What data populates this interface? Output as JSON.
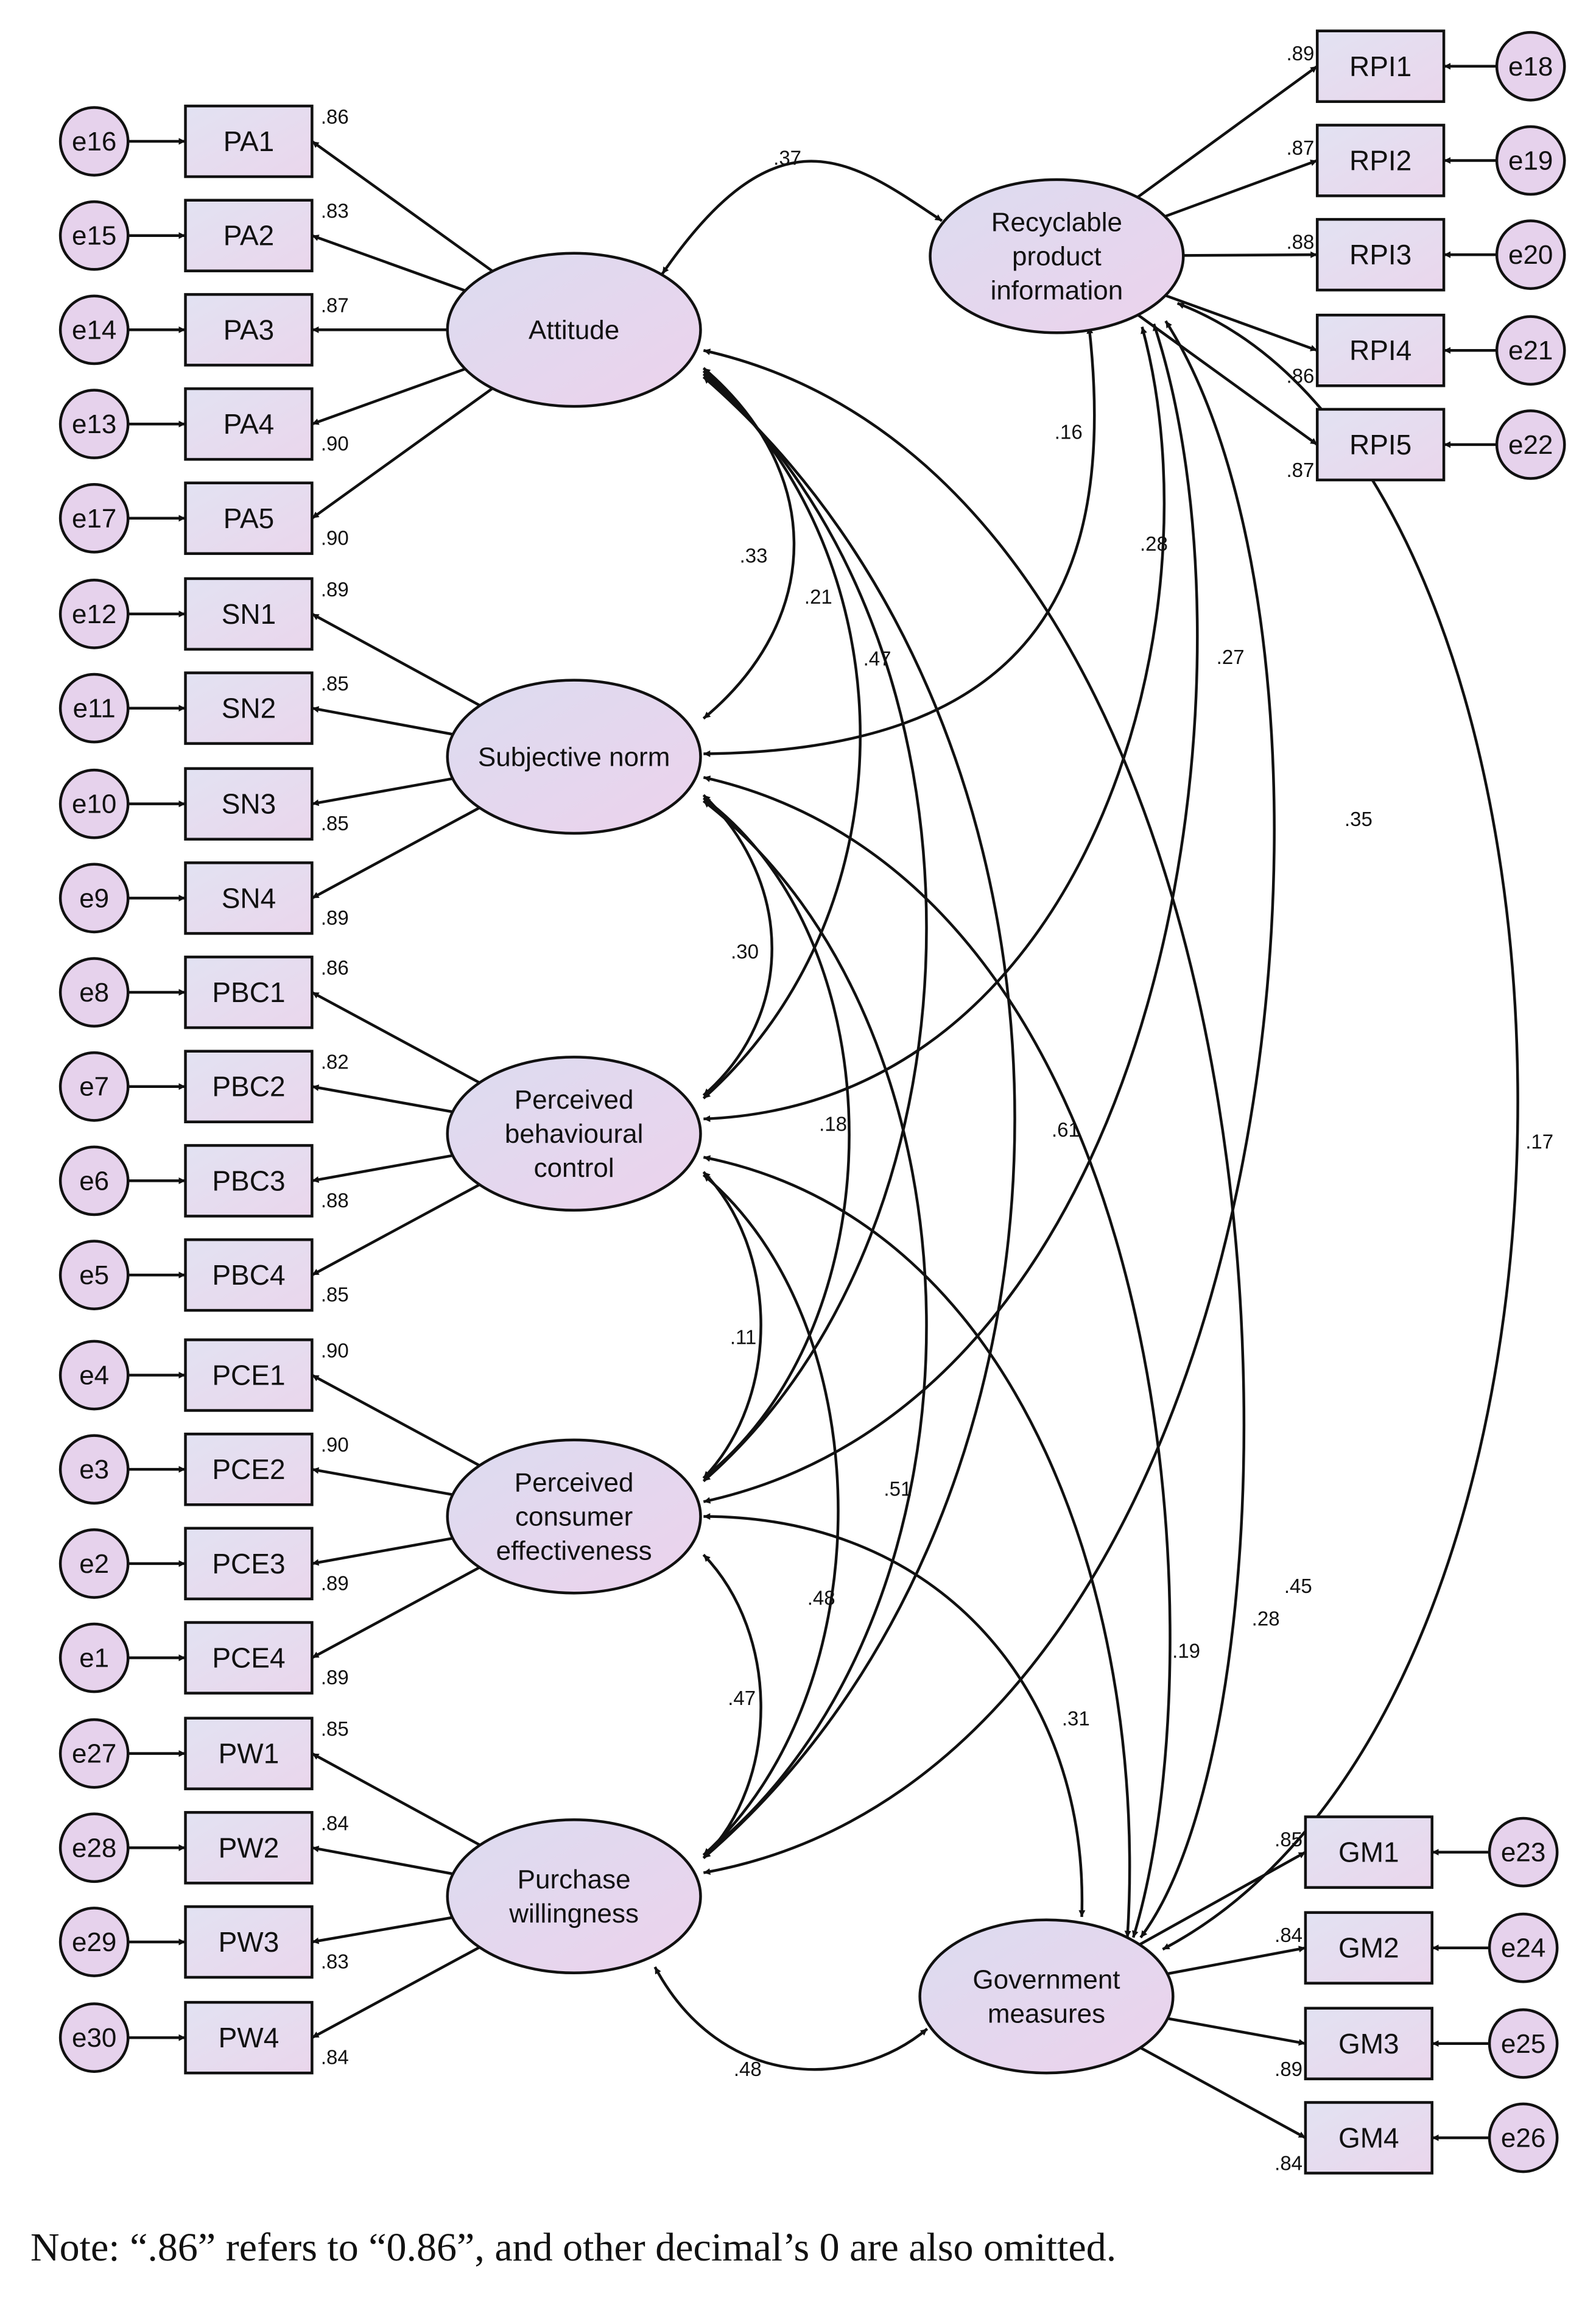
{
  "note": "Note: “.86” refers to “0.86”, and other decimal’s 0 are also omitted.",
  "colors": {
    "box_fill_start": "#e2e2f2",
    "box_fill_end": "#ead6ec",
    "latent_fill_start": "#dcdcf0",
    "latent_fill_end": "#ecd2ec",
    "error_fill": "#e6d2ec",
    "stroke": "#111111"
  },
  "latents": [
    {
      "id": "ATT",
      "lines": [
        "Attitude"
      ]
    },
    {
      "id": "SN",
      "lines": [
        "Subjective norm"
      ]
    },
    {
      "id": "PBC",
      "lines": [
        "Perceived",
        "behavioural",
        "control"
      ]
    },
    {
      "id": "PCE",
      "lines": [
        "Perceived",
        "consumer",
        "effectiveness"
      ]
    },
    {
      "id": "PW",
      "lines": [
        "Purchase",
        "willingness"
      ]
    },
    {
      "id": "RPI",
      "lines": [
        "Recyclable",
        "product",
        "information"
      ]
    },
    {
      "id": "GM",
      "lines": [
        "Government",
        "measures"
      ]
    }
  ],
  "indicators": [
    {
      "label": "PA1",
      "error": "e16",
      "loading": ".86",
      "latent": "ATT"
    },
    {
      "label": "PA2",
      "error": "e15",
      "loading": ".83",
      "latent": "ATT"
    },
    {
      "label": "PA3",
      "error": "e14",
      "loading": ".87",
      "latent": "ATT"
    },
    {
      "label": "PA4",
      "error": "e13",
      "loading": ".90",
      "latent": "ATT"
    },
    {
      "label": "PA5",
      "error": "e17",
      "loading": ".90",
      "latent": "ATT"
    },
    {
      "label": "SN1",
      "error": "e12",
      "loading": ".89",
      "latent": "SN"
    },
    {
      "label": "SN2",
      "error": "e11",
      "loading": ".85",
      "latent": "SN"
    },
    {
      "label": "SN3",
      "error": "e10",
      "loading": ".85",
      "latent": "SN"
    },
    {
      "label": "SN4",
      "error": "e9",
      "loading": ".89",
      "latent": "SN"
    },
    {
      "label": "PBC1",
      "error": "e8",
      "loading": ".86",
      "latent": "PBC"
    },
    {
      "label": "PBC2",
      "error": "e7",
      "loading": ".82",
      "latent": "PBC"
    },
    {
      "label": "PBC3",
      "error": "e6",
      "loading": ".88",
      "latent": "PBC"
    },
    {
      "label": "PBC4",
      "error": "e5",
      "loading": ".85",
      "latent": "PBC"
    },
    {
      "label": "PCE1",
      "error": "e4",
      "loading": ".90",
      "latent": "PCE"
    },
    {
      "label": "PCE2",
      "error": "e3",
      "loading": ".90",
      "latent": "PCE"
    },
    {
      "label": "PCE3",
      "error": "e2",
      "loading": ".89",
      "latent": "PCE"
    },
    {
      "label": "PCE4",
      "error": "e1",
      "loading": ".89",
      "latent": "PCE"
    },
    {
      "label": "PW1",
      "error": "e27",
      "loading": ".85",
      "latent": "PW"
    },
    {
      "label": "PW2",
      "error": "e28",
      "loading": ".84",
      "latent": "PW"
    },
    {
      "label": "PW3",
      "error": "e29",
      "loading": ".83",
      "latent": "PW"
    },
    {
      "label": "PW4",
      "error": "e30",
      "loading": ".84",
      "latent": "PW"
    },
    {
      "label": "RPI1",
      "error": "e18",
      "loading": ".89",
      "latent": "RPI"
    },
    {
      "label": "RPI2",
      "error": "e19",
      "loading": ".87",
      "latent": "RPI"
    },
    {
      "label": "RPI3",
      "error": "e20",
      "loading": ".88",
      "latent": "RPI"
    },
    {
      "label": "RPI4",
      "error": "e21",
      "loading": ".86",
      "latent": "RPI"
    },
    {
      "label": "RPI5",
      "error": "e22",
      "loading": ".87",
      "latent": "RPI"
    },
    {
      "label": "GM1",
      "error": "e23",
      "loading": ".85",
      "latent": "GM"
    },
    {
      "label": "GM2",
      "error": "e24",
      "loading": ".84",
      "latent": "GM"
    },
    {
      "label": "GM3",
      "error": "e25",
      "loading": ".89",
      "latent": "GM"
    },
    {
      "label": "GM4",
      "error": "e26",
      "loading": ".84",
      "latent": "GM"
    }
  ],
  "covariances": [
    {
      "a": "ATT",
      "b": "RPI",
      "value": ".37"
    },
    {
      "a": "ATT",
      "b": "SN",
      "value": ".33"
    },
    {
      "a": "ATT",
      "b": "PBC",
      "value": ".21"
    },
    {
      "a": "ATT",
      "b": "PCE",
      "value": ".47"
    },
    {
      "a": "ATT",
      "b": "PW",
      "value": ".61"
    },
    {
      "a": "ATT",
      "b": "GM",
      "value": ".45"
    },
    {
      "a": "SN",
      "b": "RPI",
      "value": ".16"
    },
    {
      "a": "SN",
      "b": "PBC",
      "value": ".30"
    },
    {
      "a": "SN",
      "b": "PCE",
      "value": ".18"
    },
    {
      "a": "SN",
      "b": "PW",
      "value": ".51"
    },
    {
      "a": "SN",
      "b": "GM",
      "value": ".28"
    },
    {
      "a": "PBC",
      "b": "RPI",
      "value": ".28"
    },
    {
      "a": "PBC",
      "b": "PCE",
      "value": ".11"
    },
    {
      "a": "PBC",
      "b": "PW",
      "value": ".48"
    },
    {
      "a": "PBC",
      "b": "GM",
      "value": ".19"
    },
    {
      "a": "PCE",
      "b": "RPI",
      "value": ".27"
    },
    {
      "a": "PCE",
      "b": "PW",
      "value": ".47"
    },
    {
      "a": "PCE",
      "b": "GM",
      "value": ".31"
    },
    {
      "a": "PW",
      "b": "RPI",
      "value": ".35"
    },
    {
      "a": "PW",
      "b": "GM",
      "value": ".48"
    },
    {
      "a": "RPI",
      "b": "GM",
      "value": ".17"
    }
  ]
}
